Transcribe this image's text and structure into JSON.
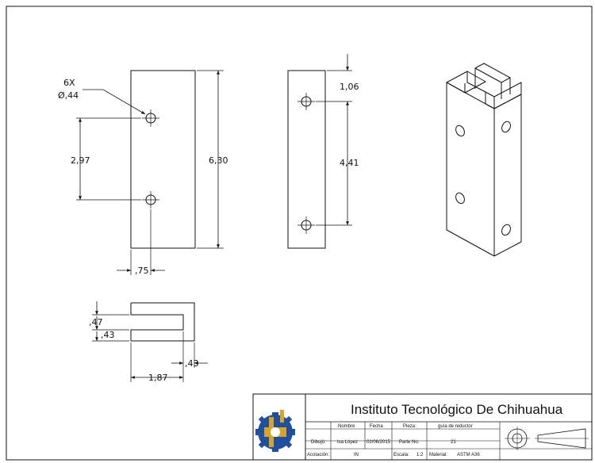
{
  "drawing": {
    "front_view": {
      "hole_callout_count": "6X",
      "hole_callout_dia": "Ø,44",
      "dim_hole_spacing": "2,97",
      "dim_height": "6,30",
      "dim_edge_offset": ",75"
    },
    "side_view": {
      "dim_top_offset": "1,06",
      "dim_hole_spacing": "4,41"
    },
    "top_view": {
      "dim_upper": ",47",
      "dim_lower": ",43",
      "dim_slot_depth": "1,87",
      "dim_wall": ",43"
    }
  },
  "title_block": {
    "institution": "Instituto Tecnológico De Chihuahua",
    "headers": {
      "nombre": "Nombre",
      "fecha": "Fecha",
      "pieza": "Pieza:"
    },
    "pieza_value": "guía de reductor",
    "dibujo_label": "Dibujó:",
    "dibujo_name": "Isa López",
    "dibujo_date": "02/06/2015",
    "parte_label": "Parte No.",
    "parte_value": "21",
    "acotacion_label": "Acotación:",
    "acotacion_value": "IN",
    "escala_label": "Escala:",
    "escala_value": "1:2",
    "material_label": "Material:",
    "material_value": "ASTM A36"
  },
  "colors": {
    "line": "#111111",
    "logo_blue": "#1f4fa0",
    "logo_gold": "#d9a520"
  }
}
